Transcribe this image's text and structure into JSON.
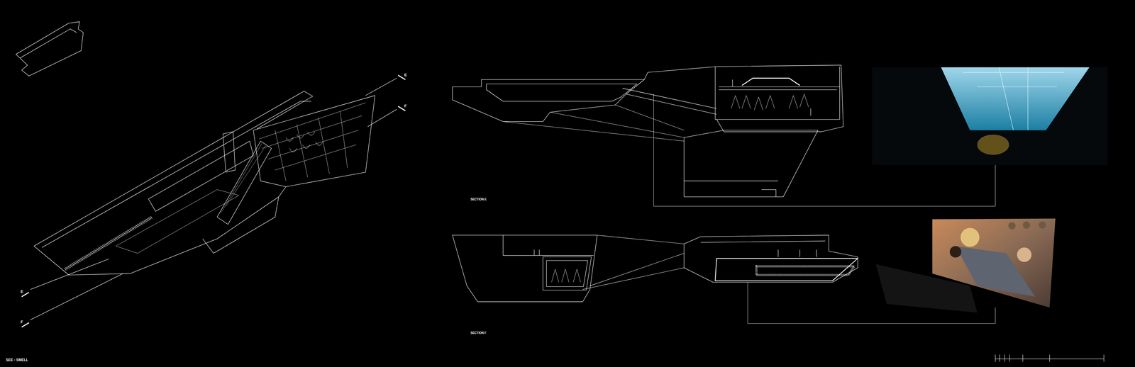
{
  "diagram": {
    "title": "SEE - SMELL",
    "labels": [
      "E",
      "F",
      "E",
      "F",
      "SECTION E",
      "SECTION F"
    ]
  }
}
